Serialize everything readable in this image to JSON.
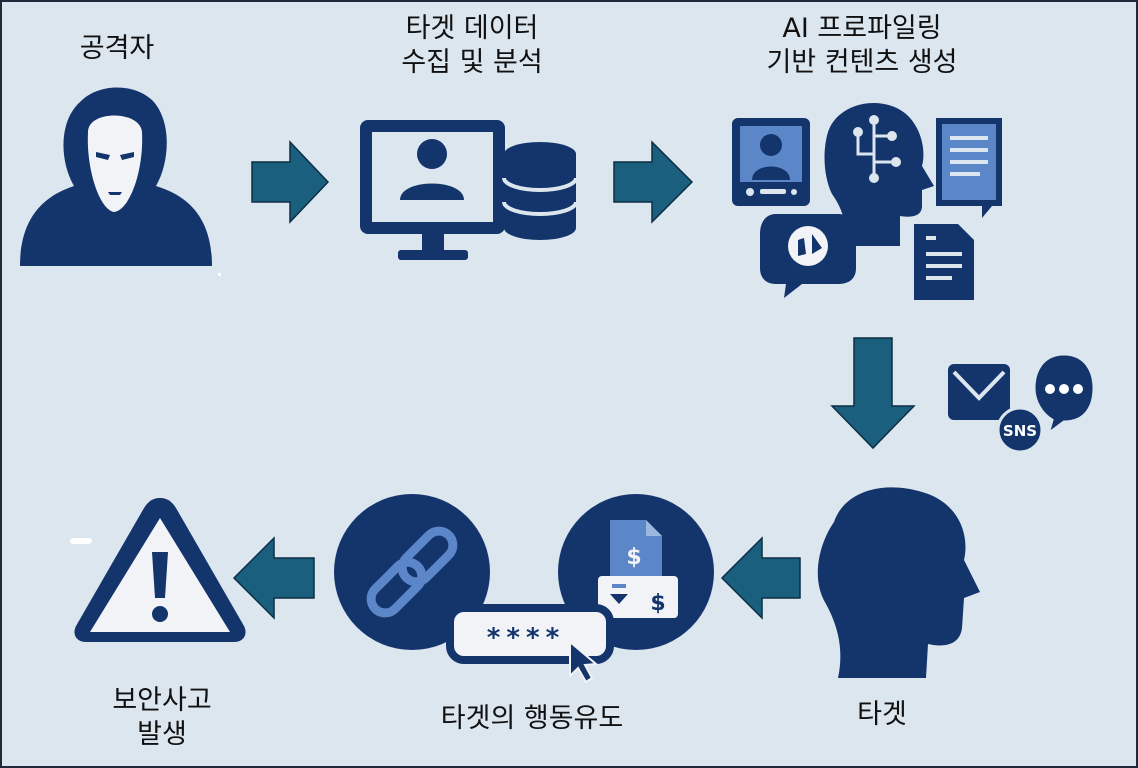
{
  "steps": {
    "attacker": {
      "label": "공격자"
    },
    "collect": {
      "line1": "타겟 데이터",
      "line2": "수집 및 분석"
    },
    "profiling": {
      "line1": "AI 프로파일링",
      "line2": "기반 컨텐츠 생성"
    },
    "target": {
      "label": "타겟"
    },
    "induce": {
      "label": "타겟의 행동유도"
    },
    "incident": {
      "line1": "보안사고",
      "line2": "발생"
    }
  },
  "channels": {
    "sns_label": "SNS",
    "chat_dots": "•••"
  },
  "password_mask": "****",
  "colors": {
    "background": "#dce6ef",
    "navy": "#14346c",
    "arrow_teal": "#1b5f7e",
    "light_blue": "#5b86c8"
  }
}
